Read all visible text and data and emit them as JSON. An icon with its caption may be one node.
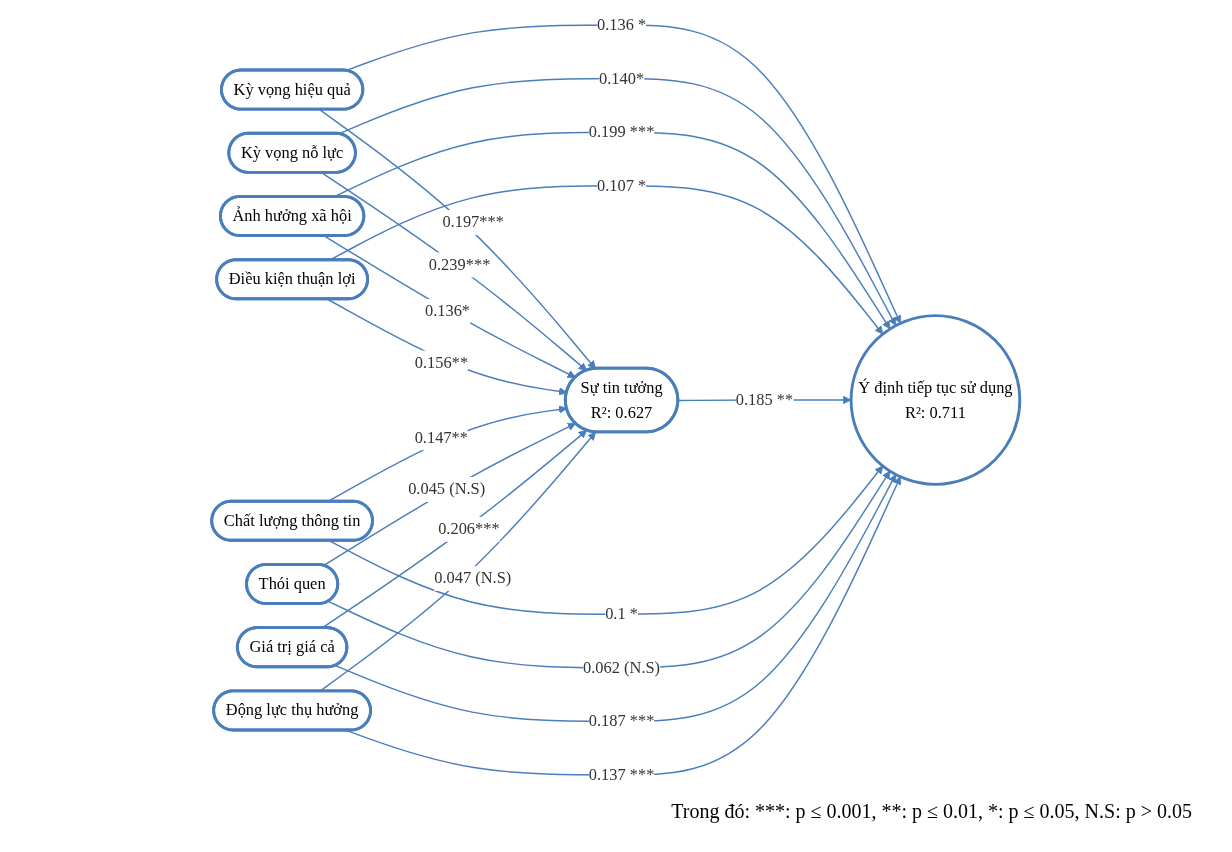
{
  "diagram": {
    "nodes": [
      {
        "text": [
          "Kỳ vọng hiệu quả"
        ]
      },
      {
        "text": [
          "Kỳ vọng nỗ lực"
        ]
      },
      {
        "text": [
          "Ảnh hưởng xã hội"
        ]
      },
      {
        "text": [
          "Điều kiện thuận lợi"
        ]
      },
      {
        "text": [
          "Sự tin tưởng",
          "R²: 0.627"
        ]
      },
      {
        "text": [
          "Ý định tiếp tục sử dụng",
          "R²: 0.711"
        ]
      },
      {
        "text": [
          "Chất lượng thông tin"
        ]
      },
      {
        "text": [
          "Thói quen"
        ]
      },
      {
        "text": [
          "Giá trị giá cả"
        ]
      },
      {
        "text": [
          "Động lực thụ hưởng"
        ]
      }
    ],
    "edges": [
      {
        "from": 0,
        "to": 5,
        "arrow": "to",
        "label": "0.136 *"
      },
      {
        "from": 0,
        "to": 4,
        "arrow": "to",
        "label": "0.197***"
      },
      {
        "from": 1,
        "to": 5,
        "arrow": "to",
        "label": "0.140*"
      },
      {
        "from": 1,
        "to": 4,
        "arrow": "to",
        "label": "0.239***"
      },
      {
        "from": 2,
        "to": 5,
        "arrow": "to",
        "label": "0.199 ***"
      },
      {
        "from": 2,
        "to": 4,
        "arrow": "to",
        "label": "0.136*"
      },
      {
        "from": 3,
        "to": 4,
        "arrow": "to",
        "label": "0.156**"
      },
      {
        "from": 3,
        "to": 5,
        "arrow": "to",
        "label": "0.107 *"
      },
      {
        "from": 4,
        "to": 5,
        "arrow": "to",
        "label": "0.185 **"
      },
      {
        "from": 6,
        "to": 4,
        "arrow": "to",
        "label": "0.147**"
      },
      {
        "from": 6,
        "to": 5,
        "arrow": "to",
        "label": "0.1 *"
      },
      {
        "from": 7,
        "to": 4,
        "arrow": "to",
        "label": "0.045 (N.S)"
      },
      {
        "from": 7,
        "to": 5,
        "arrow": "to",
        "label": "0.062 (N.S)"
      },
      {
        "from": 8,
        "to": 4,
        "arrow": "to",
        "label": "0.206***"
      },
      {
        "from": 8,
        "to": 5,
        "arrow": "to",
        "label": "0.187 ***"
      },
      {
        "from": 9,
        "to": 4,
        "arrow": "to",
        "label": "0.047 (N.S)"
      },
      {
        "from": 9,
        "to": 5,
        "arrow": "to",
        "label": "0.137 ***"
      }
    ],
    "labels": [
      "Trong đó: ***: p ≤ 0.001, **: p ≤ 0.01, *: p ≤ 0.05, N.S: p > 0.05"
    ]
  }
}
